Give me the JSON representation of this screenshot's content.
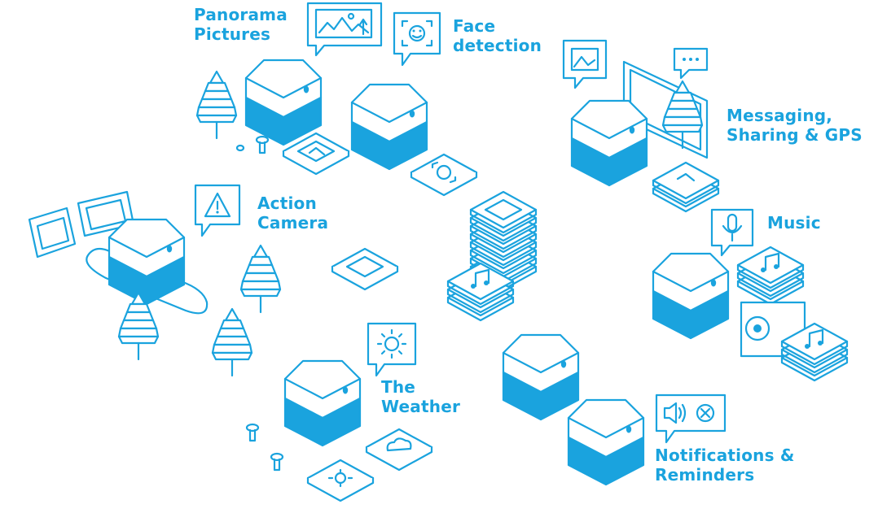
{
  "accent_color": "#1aa3de",
  "features": [
    {
      "id": "panorama",
      "lines": [
        "Panorama",
        "Pictures"
      ],
      "icon": "mountain-landscape-icon"
    },
    {
      "id": "face",
      "lines": [
        "Face",
        "detection"
      ],
      "icon": "face-scan-icon"
    },
    {
      "id": "messaging",
      "lines": [
        "Messaging,",
        "Sharing & GPS"
      ],
      "icon": "chat-bubble-icon"
    },
    {
      "id": "action",
      "lines": [
        "Action",
        "Camera"
      ],
      "icon": "warning-icon"
    },
    {
      "id": "music",
      "lines": [
        "Music"
      ],
      "icon": "microphone-icon"
    },
    {
      "id": "weather",
      "lines": [
        "The",
        "Weather"
      ],
      "icon": "sun-icon"
    },
    {
      "id": "notifications",
      "lines": [
        "Notifications &",
        "Reminders"
      ],
      "icon": "speaker-mute-icon"
    }
  ]
}
